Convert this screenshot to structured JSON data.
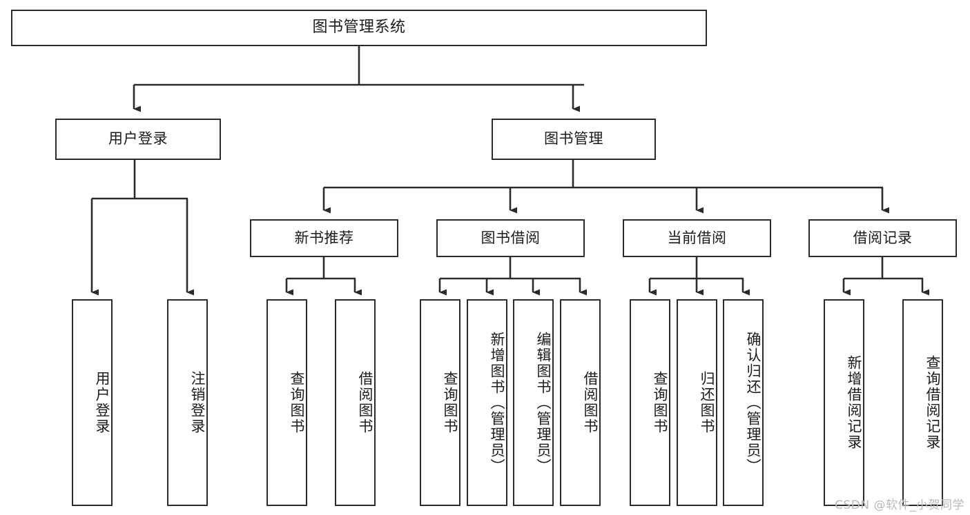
{
  "diagram": {
    "type": "tree-hierarchy-chart",
    "title": "图书管理系统",
    "colors": {
      "stroke": "#2b2b2b",
      "fill": "#ffffff",
      "text": "#1b1b1b",
      "watermark": "#b9b9b9"
    },
    "nodes": {
      "root": {
        "label": "图书管理系统"
      },
      "level2": [
        {
          "id": "user-login",
          "label": "用户登录"
        },
        {
          "id": "book-manage",
          "label": "图书管理"
        }
      ],
      "level3": [
        {
          "id": "new-book-recommend",
          "label": "新书推荐"
        },
        {
          "id": "book-borrow",
          "label": "图书借阅"
        },
        {
          "id": "current-borrow",
          "label": "当前借阅"
        },
        {
          "id": "borrow-record",
          "label": "借阅记录"
        }
      ],
      "leaves": {
        "user_login": [
          {
            "id": "leaf-user-login",
            "label": "用户登录"
          },
          {
            "id": "leaf-logout-login",
            "label": "注销登录"
          }
        ],
        "new_book_recommend": [
          {
            "id": "leaf-query-book-1",
            "label": "查询图书"
          },
          {
            "id": "leaf-borrow-book-1",
            "label": "借阅图书"
          }
        ],
        "book_borrow": [
          {
            "id": "leaf-query-book-2",
            "label": "查询图书"
          },
          {
            "id": "leaf-add-book",
            "label": "新增图书（管理员）"
          },
          {
            "id": "leaf-edit-book",
            "label": "编辑图书（管理员）"
          },
          {
            "id": "leaf-borrow-book-2",
            "label": "借阅图书"
          }
        ],
        "current_borrow": [
          {
            "id": "leaf-query-book-3",
            "label": "查询图书"
          },
          {
            "id": "leaf-return-book",
            "label": "归还图书"
          },
          {
            "id": "leaf-confirm-return",
            "label": "确认归还（管理员）"
          }
        ],
        "borrow_record": [
          {
            "id": "leaf-add-borrow-record",
            "label": "新增借阅记录"
          },
          {
            "id": "leaf-query-borrow-record",
            "label": "查询借阅记录"
          }
        ]
      }
    },
    "watermark": "CSDN @软件_小贺同学"
  }
}
